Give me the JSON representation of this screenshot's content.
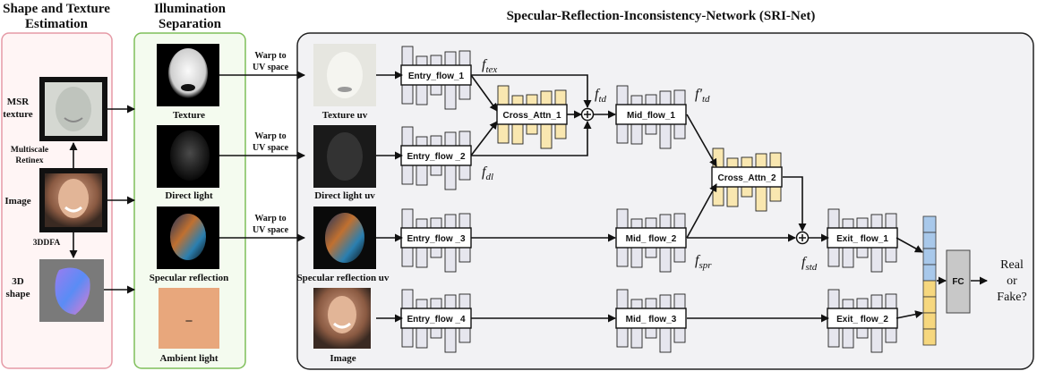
{
  "sections": {
    "shape_texture": [
      "Shape and Texture",
      "Estimation"
    ],
    "illumination": [
      "Illumination",
      "Separation"
    ],
    "sri_net": "Specular-Reflection-Inconsistency-Network (SRI-Net)"
  },
  "left_items": {
    "msr_texture": [
      "MSR",
      "texture"
    ],
    "multiscale_retinex": [
      "Multiscale",
      "Retinex"
    ],
    "image": "Image",
    "threeddfa": "3DDFA",
    "shape3d": [
      "3D",
      "shape"
    ]
  },
  "illum_items": {
    "texture": "Texture",
    "direct_light": "Direct light",
    "specular": "Specular reflection",
    "ambient": "Ambient light",
    "ambient_mark": "–"
  },
  "warp": [
    "Warp to",
    "UV space"
  ],
  "uv_items": {
    "texture_uv": "Texture uv",
    "direct_light_uv": "Direct light uv",
    "specular_uv": "Specular reflection uv",
    "image": "Image"
  },
  "blocks": {
    "entry1": "Entry_flow_1",
    "entry2": "Entry_flow _2",
    "entry3": "Entry_flow _3",
    "entry4": "Entry_flow _4",
    "cross1": "Cross_Attn_1",
    "cross2": "Cross_Attn_2",
    "mid1": "Mid_flow_1",
    "mid2": "Mid_ flow_2",
    "mid3": "Mid_ flow_3",
    "exit1": "Exit_ flow_1",
    "exit2": "Exit_ flow_2",
    "fc": "FC"
  },
  "features": {
    "f_tex": {
      "base": "f",
      "sub": "tex"
    },
    "f_dl": {
      "base": "f",
      "sub": "dl"
    },
    "f_td": {
      "base": "f",
      "sub": "td"
    },
    "f_td_prime": {
      "base": "f′",
      "sub": "td"
    },
    "f_spr": {
      "base": "f",
      "sub": "spr"
    },
    "f_std": {
      "base": "f",
      "sub": "std"
    }
  },
  "output": [
    "Real",
    "or",
    "Fake?"
  ],
  "colors": {
    "pink_border": "#e59aa6",
    "green_border": "#7fbf5a",
    "gray_block": "#e6e6ee",
    "yellow_block": "#f9e7b0",
    "blue_cell": "#a8c8ea",
    "yellow_cell": "#f6d77e",
    "fc_fill": "#c8c8c8",
    "ambient_fill": "#e8a77c"
  }
}
